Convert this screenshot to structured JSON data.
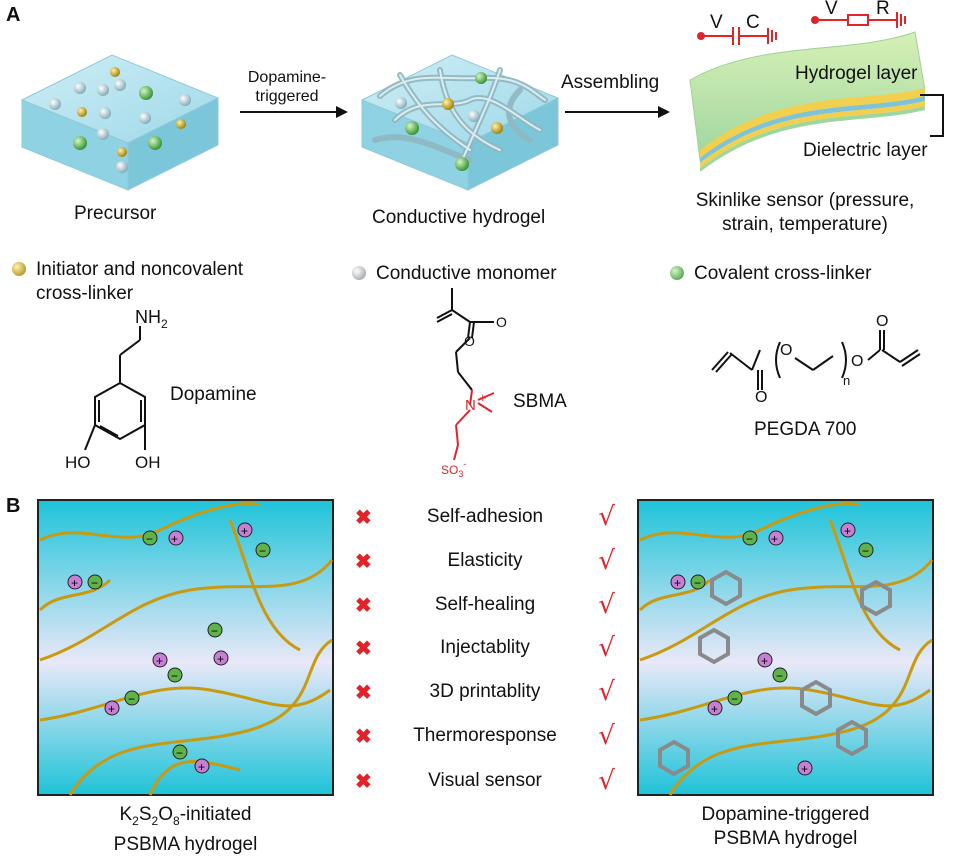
{
  "panel_a": {
    "letter": "A",
    "precursor_label": "Precursor",
    "arrow1_label_line1": "Dopamine-",
    "arrow1_label_line2": "triggered",
    "hydrogel_label": "Conductive hydrogel",
    "arrow2_label": "Assembling",
    "sensor": {
      "circuit1": [
        "V",
        "C"
      ],
      "circuit2": [
        "V",
        "R"
      ],
      "hydrogel_layer": "Hydrogel layer",
      "dielectric_layer": "Dielectric layer",
      "caption_line1": "Skinlike sensor (pressure,",
      "caption_line2": "strain, temperature)"
    },
    "legend": [
      {
        "line1": "Initiator and noncovalent",
        "line2": "cross-linker",
        "color": "#c9a21a",
        "icon": "initiator-ball-icon"
      },
      {
        "line1": "Conductive monomer",
        "line2": "",
        "color": "#cfd3d6",
        "icon": "monomer-ball-icon"
      },
      {
        "line1": "Covalent cross-linker",
        "line2": "",
        "color": "#5fb34a",
        "icon": "crosslinker-ball-icon"
      }
    ],
    "molecules": {
      "dopamine": {
        "name": "Dopamine",
        "nh2": "NH",
        "nh2_sub": "2",
        "ho1": "HO",
        "oh": "OH"
      },
      "sbma": {
        "name": "SBMA",
        "o": "O",
        "n": "N",
        "plus": "+",
        "so3": "SO",
        "so3_sub": "3",
        "so3_sup": "-"
      },
      "pegda": {
        "name": "PEGDA 700",
        "o": "O",
        "n": "n"
      }
    }
  },
  "panel_b": {
    "letter": "B",
    "properties": [
      "Self-adhesion",
      "Elasticity",
      "Self-healing",
      "Injectablity",
      "3D printablity",
      "Thermoresponse",
      "Visual sensor"
    ],
    "cross_mark": "✖",
    "check_mark": "√",
    "left_caption_line1_parts": [
      "K",
      "2",
      "S",
      "2",
      "O",
      "8",
      "-initiated"
    ],
    "left_caption_line2": "PSBMA hydrogel",
    "right_caption_line1": "Dopamine-triggered",
    "right_caption_line2": "PSBMA hydrogel",
    "charges": {
      "plus": "+",
      "minus": "−"
    }
  },
  "colors": {
    "accent_red": "#e2232a",
    "gold": "#d4a017",
    "cyan": "#1fc6dc",
    "green": "#5fb34a",
    "purple": "#c77fd6"
  }
}
